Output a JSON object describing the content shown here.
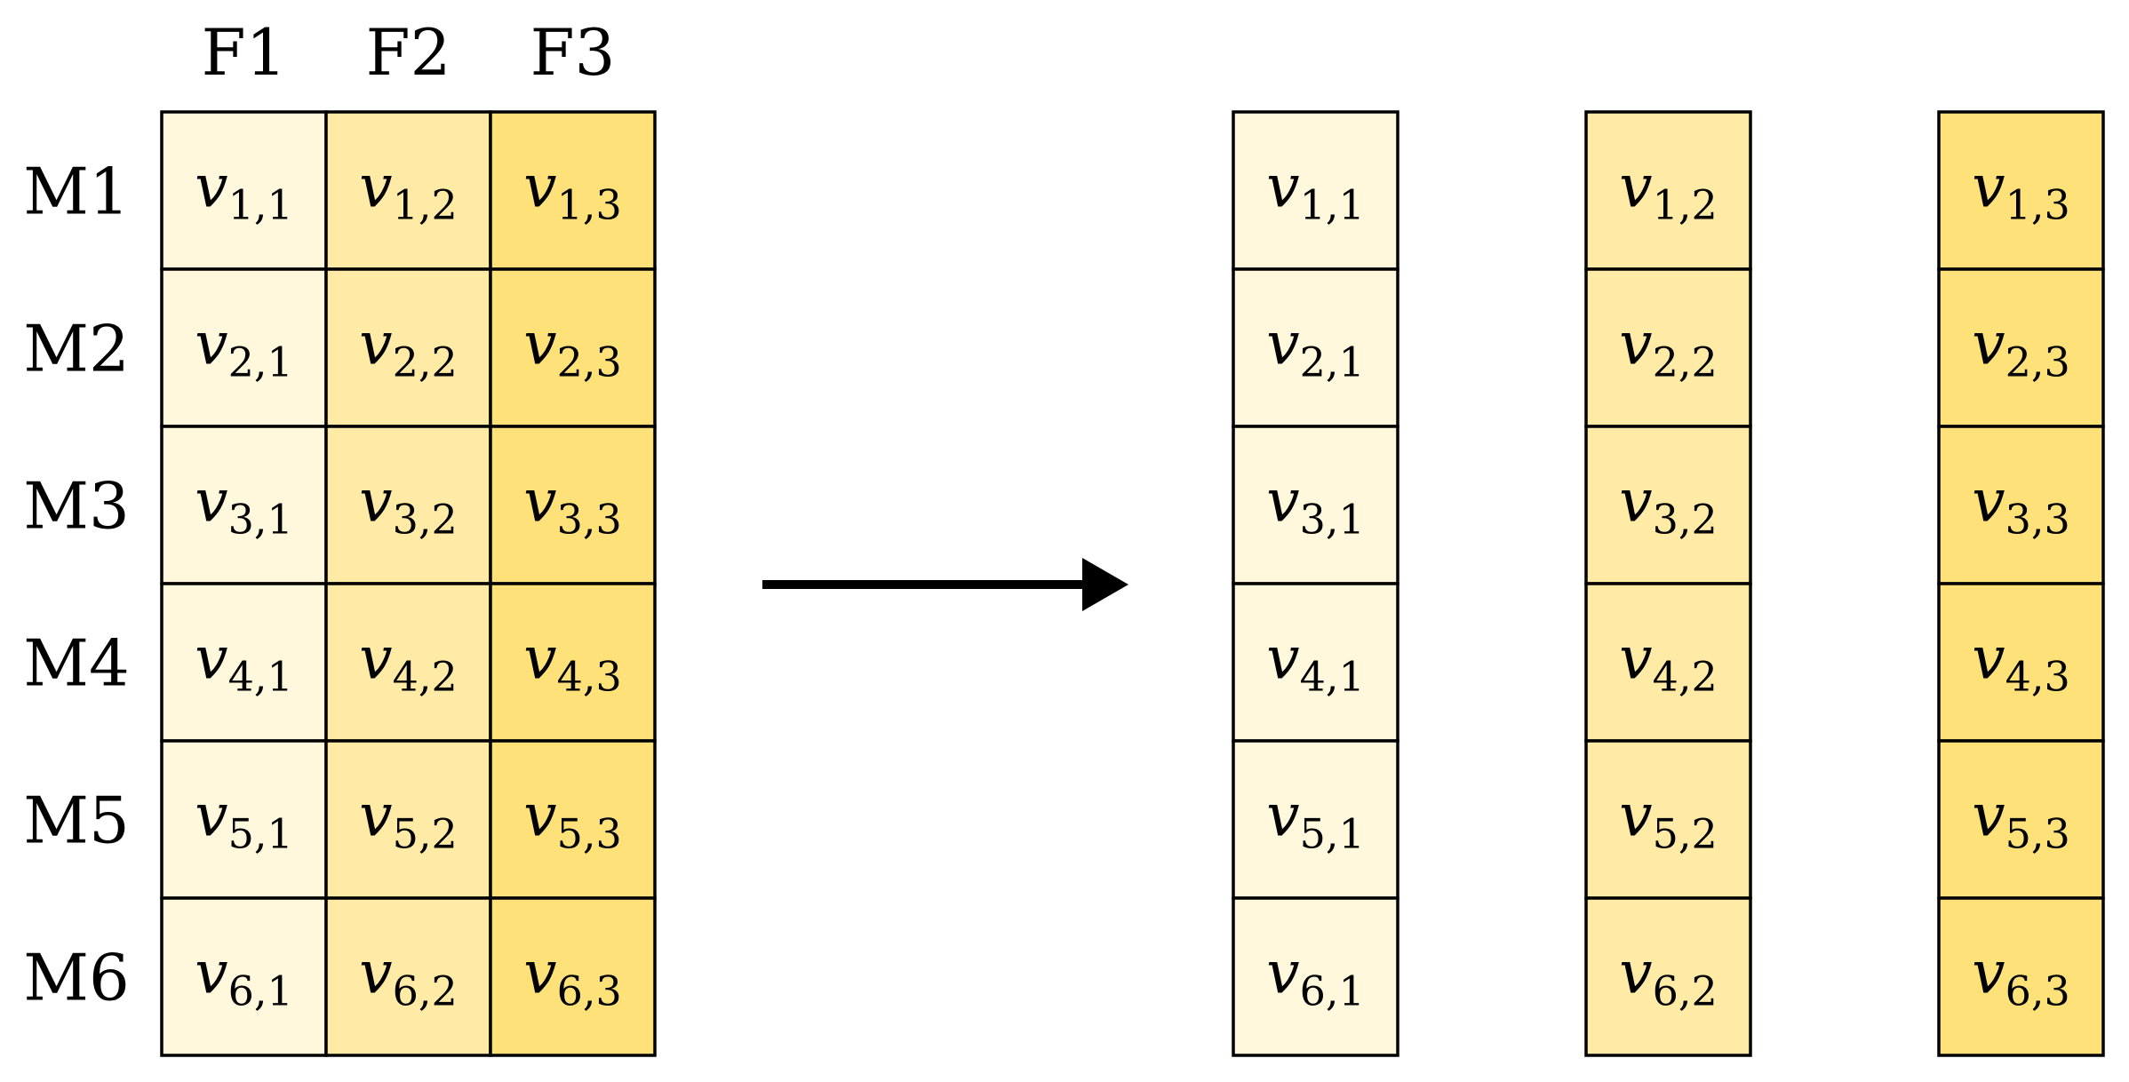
{
  "column_headers": [
    "F1",
    "F2",
    "F3"
  ],
  "row_labels": [
    "M1",
    "M2",
    "M3",
    "M4",
    "M5",
    "M6"
  ],
  "cell_variable": "v",
  "column_colors": [
    "#FFF8DC",
    "#FFEBA6",
    "#FFE17A"
  ],
  "border_color": "#000000",
  "arrow_color": "#000000",
  "cells": [
    [
      {
        "sub": "1,1"
      },
      {
        "sub": "1,2"
      },
      {
        "sub": "1,3"
      }
    ],
    [
      {
        "sub": "2,1"
      },
      {
        "sub": "2,2"
      },
      {
        "sub": "2,3"
      }
    ],
    [
      {
        "sub": "3,1"
      },
      {
        "sub": "3,2"
      },
      {
        "sub": "3,3"
      }
    ],
    [
      {
        "sub": "4,1"
      },
      {
        "sub": "4,2"
      },
      {
        "sub": "4,3"
      }
    ],
    [
      {
        "sub": "5,1"
      },
      {
        "sub": "5,2"
      },
      {
        "sub": "5,3"
      }
    ],
    [
      {
        "sub": "6,1"
      },
      {
        "sub": "6,2"
      },
      {
        "sub": "6,3"
      }
    ]
  ]
}
